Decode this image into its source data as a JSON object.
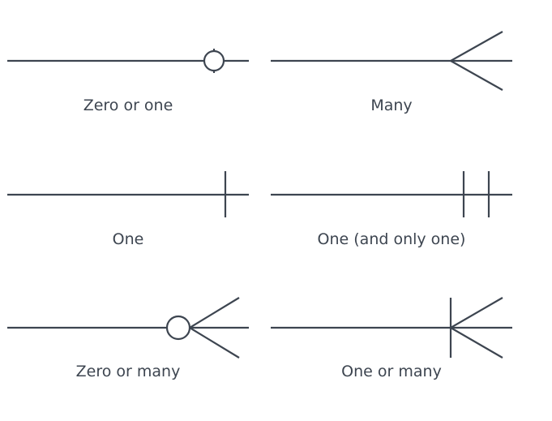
{
  "colors": {
    "line": "#3d4550",
    "text": "#3d4550",
    "background": "#ffffff"
  },
  "notations": [
    {
      "id": "zero-or-one",
      "symbol": "circle-bar",
      "label": "Zero or one"
    },
    {
      "id": "many",
      "symbol": "crowfoot",
      "label": "Many"
    },
    {
      "id": "one",
      "symbol": "bar",
      "label": "One"
    },
    {
      "id": "one-and-only-one",
      "symbol": "double-bar",
      "label": "One (and only one)"
    },
    {
      "id": "zero-or-many",
      "symbol": "circle-crowfoot",
      "label": "Zero or many"
    },
    {
      "id": "one-or-many",
      "symbol": "bar-crowfoot",
      "label": "One or many"
    }
  ]
}
